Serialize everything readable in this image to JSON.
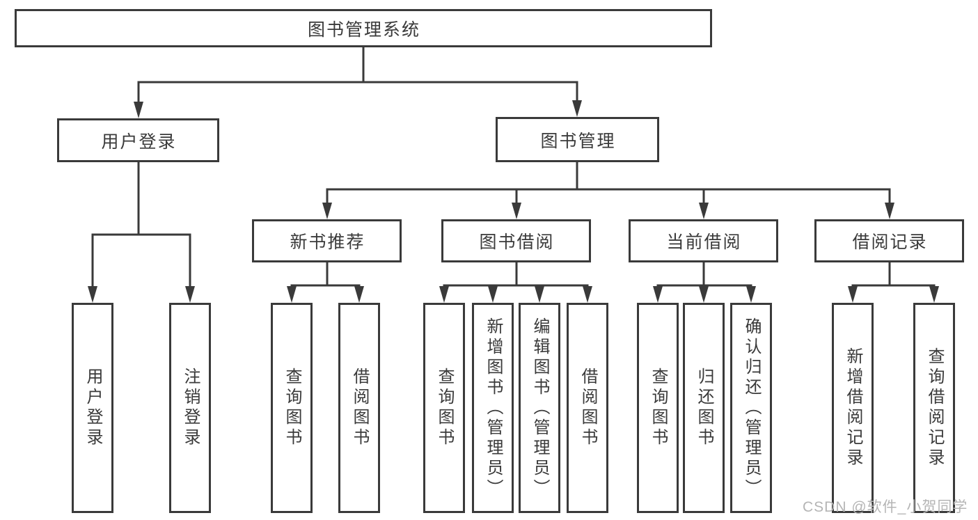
{
  "root": {
    "label": "图书管理系统"
  },
  "login_branch": {
    "label": "用户登录",
    "children": [
      {
        "label": "用户登录"
      },
      {
        "label": "注销登录"
      }
    ]
  },
  "mgmt_branch": {
    "label": "图书管理",
    "modules": [
      {
        "label": "新书推荐",
        "children": [
          {
            "label": "查询图书"
          },
          {
            "label": "借阅图书"
          }
        ]
      },
      {
        "label": "图书借阅",
        "children": [
          {
            "label": "查询图书"
          },
          {
            "label": "新增图书（管理员）"
          },
          {
            "label": "编辑图书（管理员）"
          },
          {
            "label": "借阅图书"
          }
        ]
      },
      {
        "label": "当前借阅",
        "children": [
          {
            "label": "查询图书"
          },
          {
            "label": "归还图书"
          },
          {
            "label": "确认归还（管理员）"
          }
        ]
      },
      {
        "label": "借阅记录",
        "children": [
          {
            "label": "新增借阅记录"
          },
          {
            "label": "查询借阅记录"
          }
        ]
      }
    ]
  },
  "watermark": {
    "text": "CSDN @软件_小贺同学"
  },
  "colors": {
    "line": "#3a3a3a",
    "text": "#3a3a3a",
    "watermark": "#b5b5b5",
    "background": "#ffffff"
  }
}
